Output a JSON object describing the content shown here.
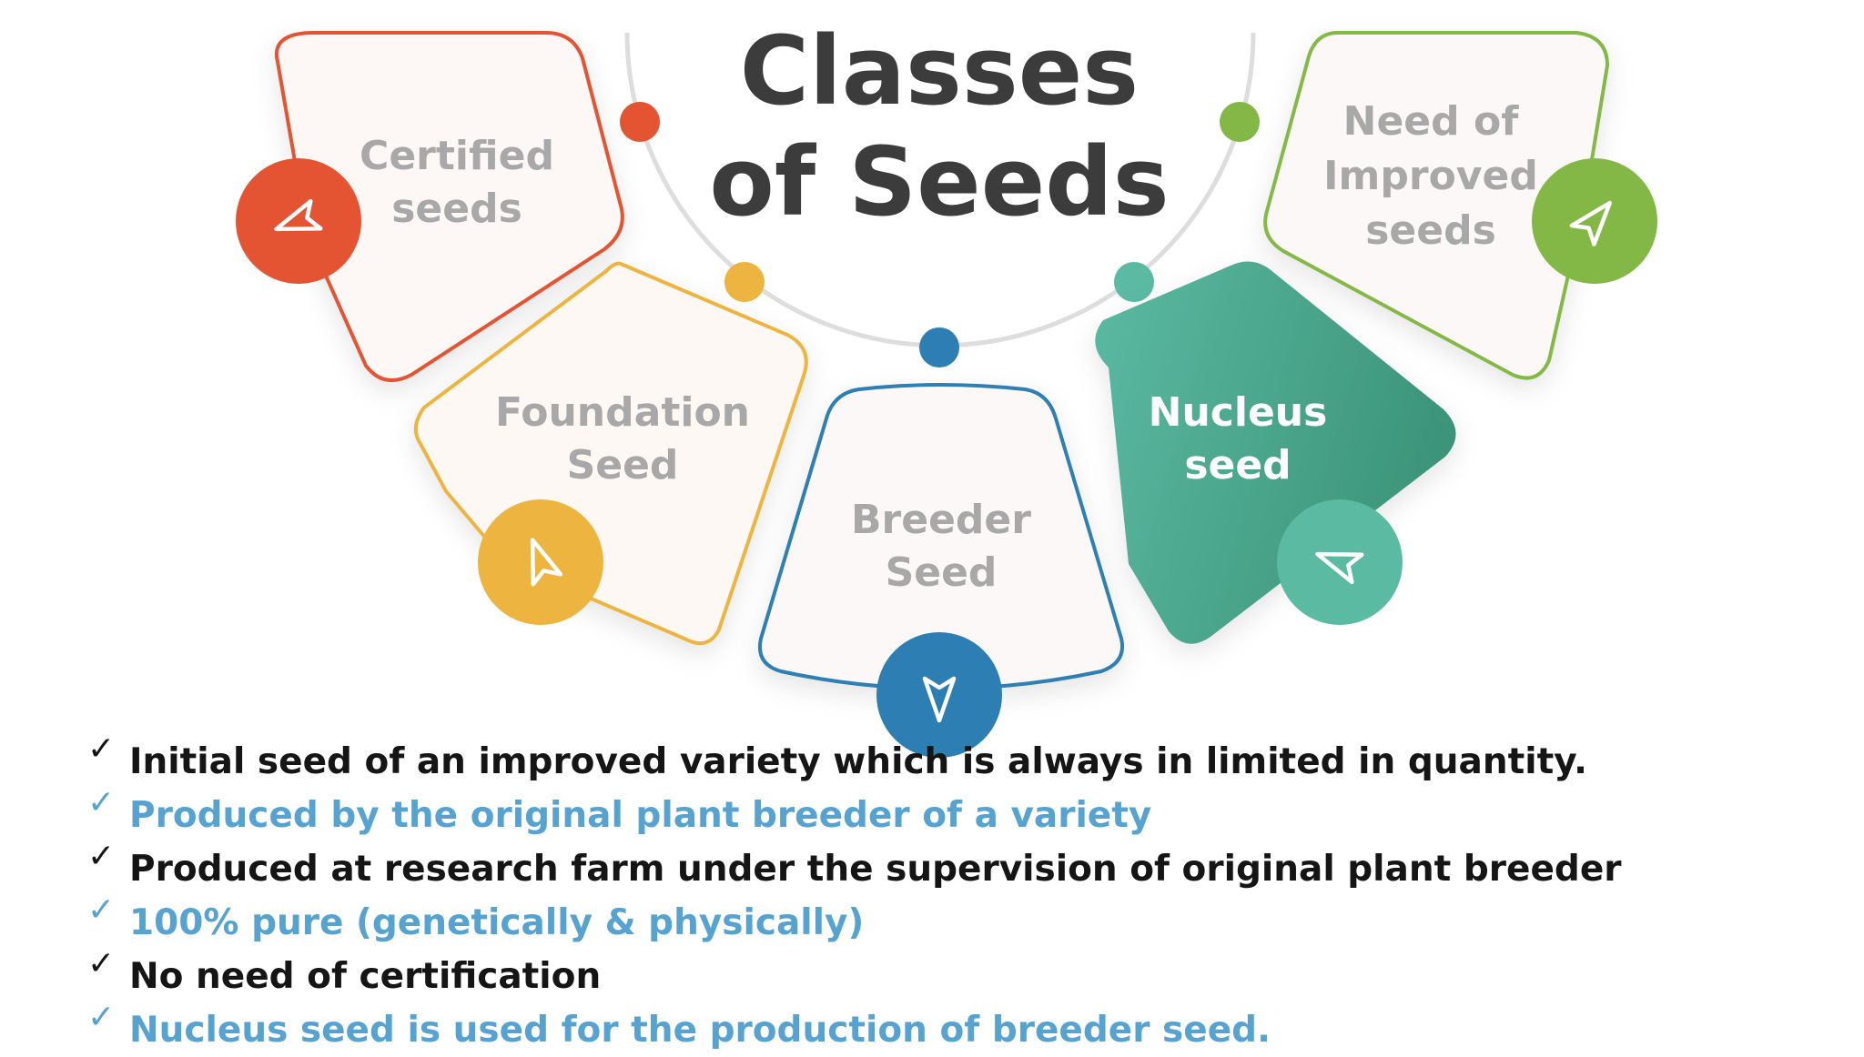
{
  "title": {
    "line1": "Classes",
    "line2": "of Seeds"
  },
  "colors": {
    "certified": "#e45332",
    "foundation": "#edb440",
    "breeder": "#2d7fb3",
    "nucleus": "#4aa893",
    "improved": "#84b846",
    "label_gray": "#a8a8a8",
    "arc": "#dddddd",
    "bullet_dark": "#151515",
    "bullet_blue": "#56a3d1"
  },
  "cards": [
    {
      "id": "certified",
      "line1": "Certified",
      "line2": "seeds",
      "line3": ""
    },
    {
      "id": "foundation",
      "line1": "Foundation",
      "line2": "Seed",
      "line3": ""
    },
    {
      "id": "breeder",
      "line1": "Breeder",
      "line2": "Seed",
      "line3": ""
    },
    {
      "id": "nucleus",
      "line1": "Nucleus",
      "line2": "seed",
      "line3": ""
    },
    {
      "id": "improved",
      "line1": "Need of",
      "line2": "Improved",
      "line3": "seeds"
    }
  ],
  "bullets": [
    {
      "text": "Initial seed of an improved variety which is always in limited in quantity.",
      "style": "dark"
    },
    {
      "text": "Produced by the original plant breeder of a variety",
      "style": "blue"
    },
    {
      "text": "Produced at research farm under the supervision of original plant breeder",
      "style": "dark"
    },
    {
      "text": "100% pure (genetically & physically)",
      "style": "blue"
    },
    {
      "text": "No need of certification",
      "style": "dark"
    },
    {
      "text": "Nucleus seed is used for the production of breeder seed.",
      "style": "blue"
    }
  ],
  "check_mark": "✓",
  "icons": [
    "arrow-cursor-icon"
  ]
}
